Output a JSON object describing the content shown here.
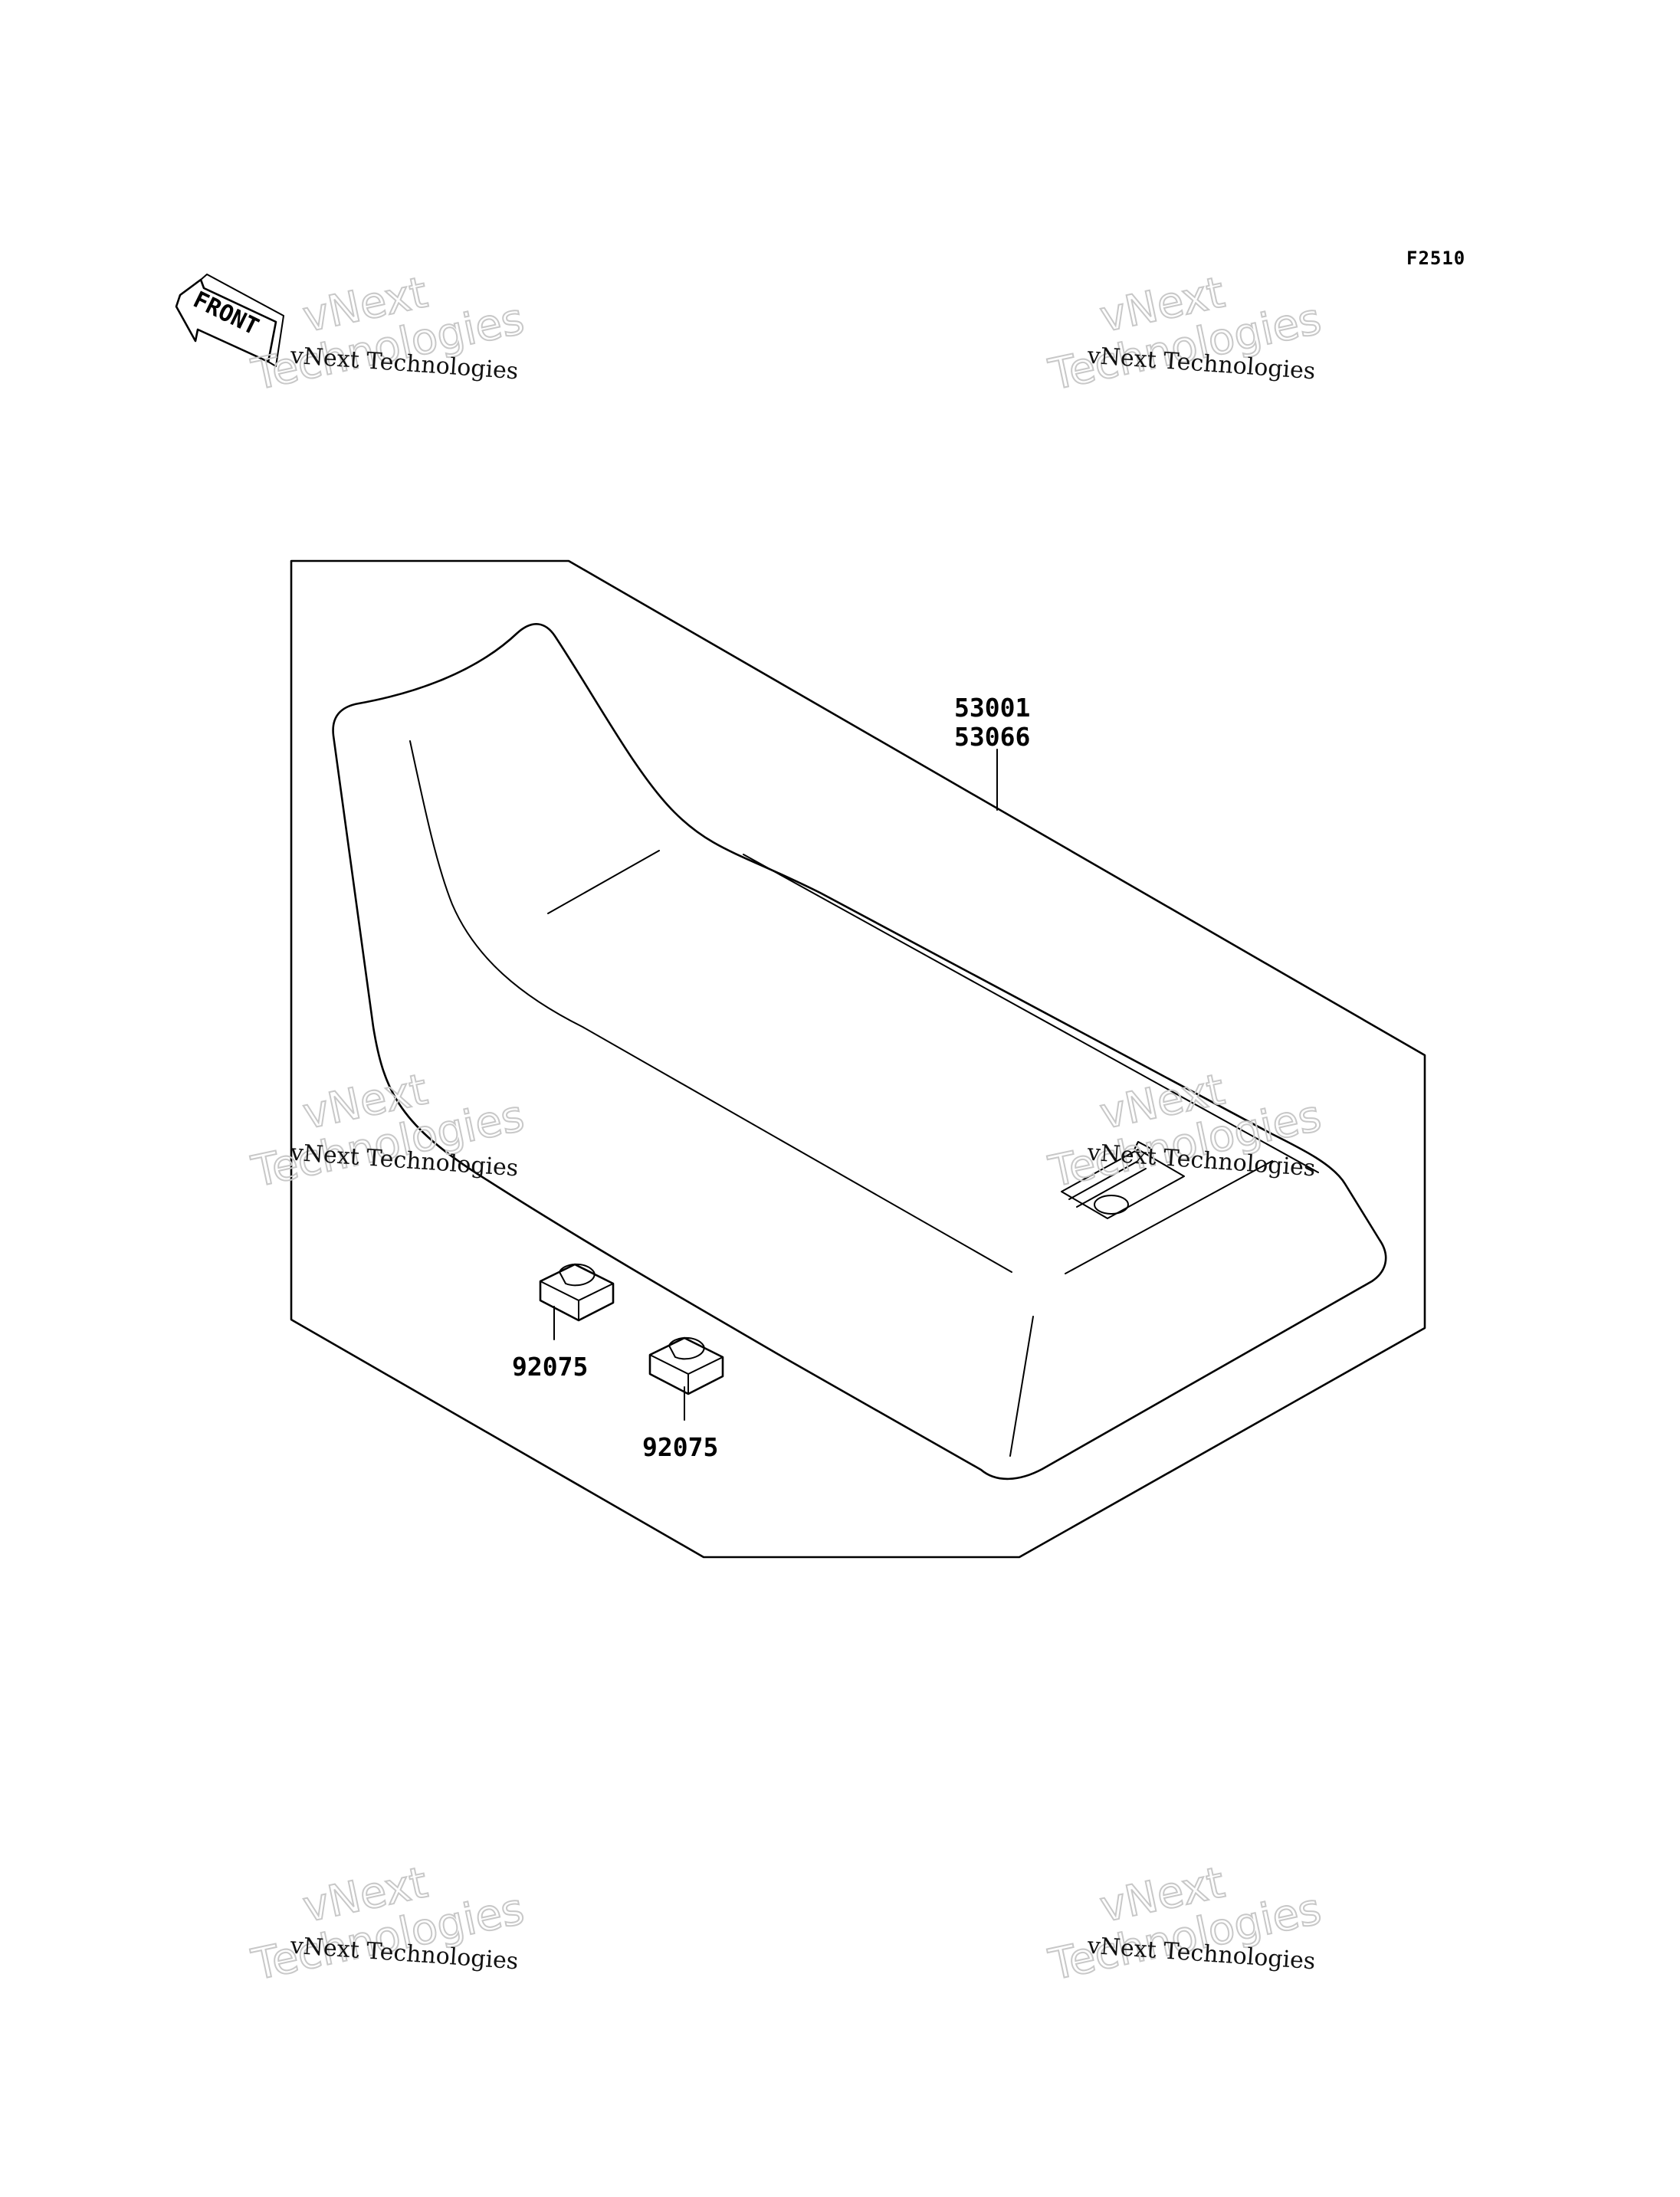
{
  "figure_code": "F2510",
  "front_arrow": {
    "label": "FRONT",
    "icon": "front-direction-arrow-icon"
  },
  "parts": [
    {
      "id": "seat",
      "numbers": [
        "53001",
        "53066"
      ]
    },
    {
      "id": "pad-a",
      "number": "92075"
    },
    {
      "id": "pad-b",
      "number": "92075"
    }
  ],
  "watermarks": {
    "line1": "vNext Technologies",
    "big_top": "vNext",
    "big_bottom": "Technologies"
  }
}
